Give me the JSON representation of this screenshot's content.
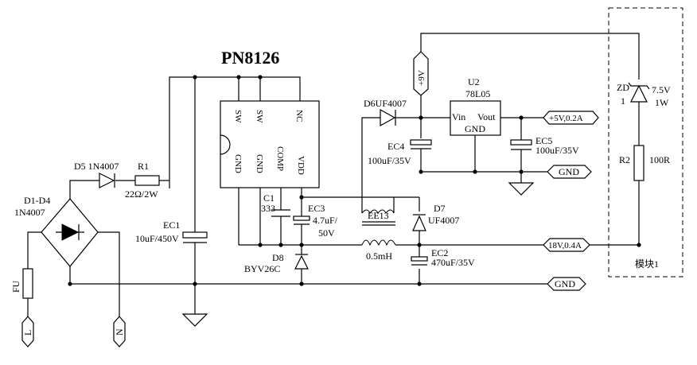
{
  "title": "PN8126",
  "ic": {
    "pins_top": [
      "SW",
      "SW",
      "NC"
    ],
    "pins_bottom": [
      "GND",
      "GND",
      "COMP",
      "VDD"
    ]
  },
  "components": {
    "d1_d4": [
      "D1-D4",
      "1N4007"
    ],
    "d5": "D5 1N4007",
    "r1": [
      "R1",
      "22Ω/2W"
    ],
    "ec1": [
      "EC1",
      "10uF/450V"
    ],
    "c1": [
      "C1",
      "333"
    ],
    "ec3": [
      "EC3",
      "4.7uF/",
      "50V"
    ],
    "d8": [
      "D8",
      "BYV26C"
    ],
    "ee13": "EE13",
    "inductor": "0.5mH",
    "d6": "D6UF4007",
    "ec4": [
      "EC4",
      "100uF/35V"
    ],
    "u2": [
      "U2",
      "78L05"
    ],
    "u2_pins": [
      "Vin",
      "Vout",
      "GND"
    ],
    "ec5": [
      "EC5",
      "100uF/35V"
    ],
    "d7": [
      "D7",
      "UF4007"
    ],
    "ec2": [
      "EC2",
      "470uF/35V"
    ],
    "zd1": [
      "ZD",
      "1",
      "7.5V",
      "1W"
    ],
    "r2": [
      "R2",
      "100R"
    ],
    "fu": "FU"
  },
  "nets": {
    "plus9v": "+9V",
    "plus5v": "+5V,0.2A",
    "gnd_upper": "GND",
    "out18v": "18V,0.4A",
    "gnd_lower": "GND",
    "line": "L",
    "neutral": "N"
  },
  "module_label": "模块1"
}
